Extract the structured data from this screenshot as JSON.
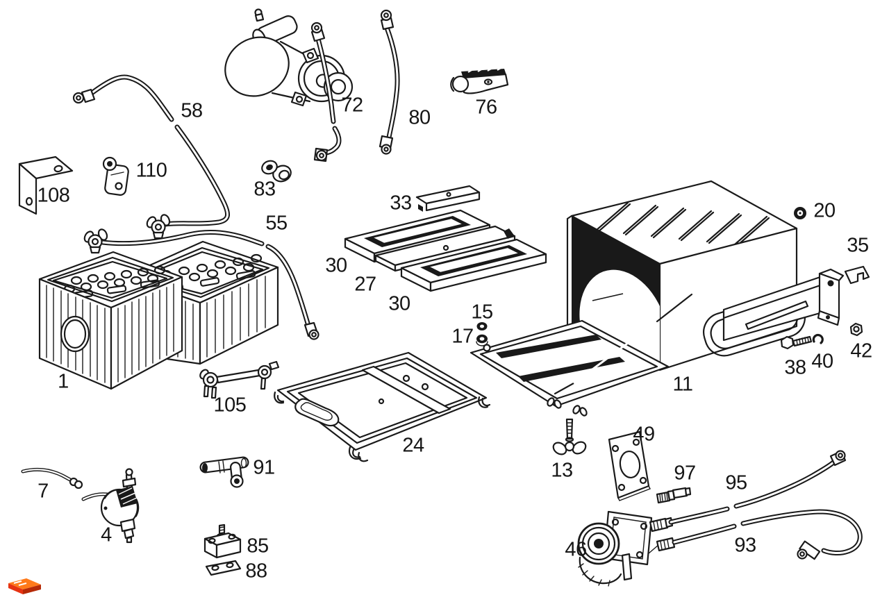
{
  "diagram": {
    "type": "exploded-parts-diagram",
    "background": "#ffffff",
    "line_color": "#1a1a1a",
    "labels": [
      {
        "part": "58"
      },
      {
        "part": "72"
      },
      {
        "part": "80"
      },
      {
        "part": "76"
      },
      {
        "part": "108"
      },
      {
        "part": "110"
      },
      {
        "part": "83"
      },
      {
        "part": "33"
      },
      {
        "part": "55"
      },
      {
        "part": "30"
      },
      {
        "part": "27"
      },
      {
        "part": "30"
      },
      {
        "part": "20"
      },
      {
        "part": "35"
      },
      {
        "part": "15"
      },
      {
        "part": "17"
      },
      {
        "part": "1"
      },
      {
        "part": "105"
      },
      {
        "part": "24"
      },
      {
        "part": "11"
      },
      {
        "part": "38"
      },
      {
        "part": "40"
      },
      {
        "part": "42"
      },
      {
        "part": "13"
      },
      {
        "part": "49"
      },
      {
        "part": "97"
      },
      {
        "part": "95"
      },
      {
        "part": "46"
      },
      {
        "part": "93"
      },
      {
        "part": "91"
      },
      {
        "part": "7"
      },
      {
        "part": "4"
      },
      {
        "part": "85"
      },
      {
        "part": "88"
      }
    ]
  },
  "watermark": {
    "top_color": "#ff7a1a",
    "front_color": "#e63312",
    "side_color": "#b52a07",
    "stripe_color": "#ffffff"
  }
}
